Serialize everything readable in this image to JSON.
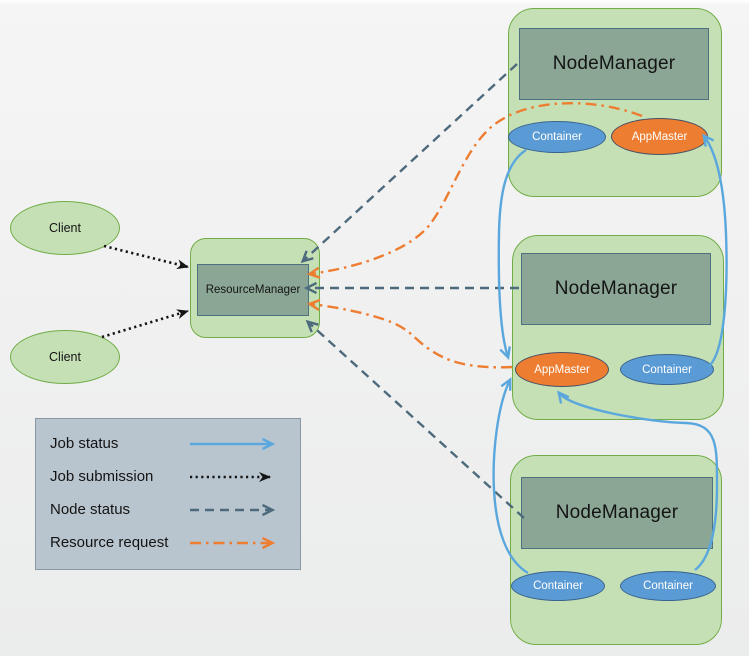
{
  "clients": [
    {
      "label": "Client"
    },
    {
      "label": "Client"
    }
  ],
  "resource_manager": {
    "label": "ResourceManager"
  },
  "node_managers": [
    {
      "label": "NodeManager",
      "ellipses": [
        {
          "kind": "container",
          "label": "Container"
        },
        {
          "kind": "appmaster",
          "label": "AppMaster"
        }
      ]
    },
    {
      "label": "NodeManager",
      "ellipses": [
        {
          "kind": "appmaster",
          "label": "AppMaster"
        },
        {
          "kind": "container",
          "label": "Container"
        }
      ]
    },
    {
      "label": "NodeManager",
      "ellipses": [
        {
          "kind": "container",
          "label": "Container"
        },
        {
          "kind": "container",
          "label": "Container"
        }
      ]
    }
  ],
  "legend": {
    "items": [
      {
        "label": "Job status",
        "style": "solid",
        "color": "#5aa7dd"
      },
      {
        "label": "Job submission",
        "style": "dotted",
        "color": "#151515"
      },
      {
        "label": "Node status",
        "style": "dashed",
        "color": "#4d6a7d"
      },
      {
        "label": "Resource request",
        "style": "dashdot",
        "color": "#ed7d31"
      }
    ]
  },
  "colors": {
    "node_fill": "#c6e0b6",
    "node_border": "#70ad47",
    "manager_fill": "#8ba695",
    "manager_border": "#4e7180",
    "container_fill": "#5b9bd5",
    "container_border": "#3a648c",
    "appmaster_fill": "#ed7d31",
    "appmaster_border": "#474f63",
    "legend_fill": "#b9c5ce",
    "legend_border": "#8b98a1",
    "background": "#f1f1f1"
  }
}
